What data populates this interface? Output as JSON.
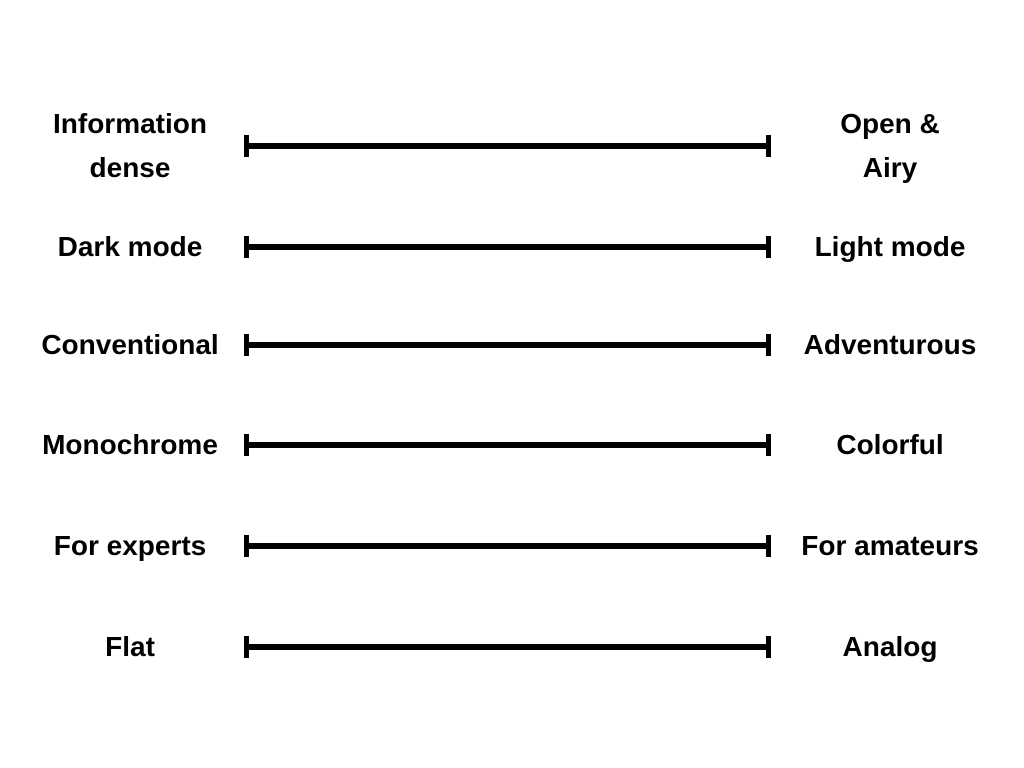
{
  "canvas": {
    "background_color": "#ffffff",
    "line_color": "#000000",
    "text_color": "#000000"
  },
  "diagram": {
    "type": "bipolar-spectrum-scales",
    "rows": [
      {
        "left": "Information\ndense",
        "right": "Open &\nAiry"
      },
      {
        "left": "Dark mode",
        "right": "Light mode"
      },
      {
        "left": "Conventional",
        "right": "Adventurous"
      },
      {
        "left": "Monochrome",
        "right": "Colorful"
      },
      {
        "left": "For experts",
        "right": "For amateurs"
      },
      {
        "left": "Flat",
        "right": "Analog"
      }
    ]
  }
}
